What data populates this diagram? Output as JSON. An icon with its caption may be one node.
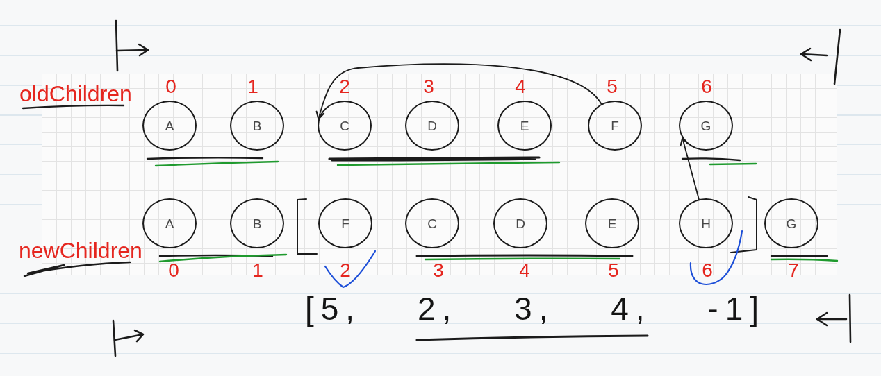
{
  "diagram": {
    "nodes": [
      {
        "text": [
          "A"
        ],
        "beside": [
          "0"
        ]
      },
      {
        "text": [
          "B"
        ],
        "beside": [
          "1"
        ]
      },
      {
        "text": [
          "C"
        ],
        "beside": [
          "2"
        ]
      },
      {
        "text": [
          "D"
        ],
        "beside": [
          "3"
        ]
      },
      {
        "text": [
          "E"
        ],
        "beside": [
          "4"
        ]
      },
      {
        "text": [
          "F"
        ],
        "beside": [
          "5"
        ]
      },
      {
        "text": [
          "G"
        ],
        "beside": [
          "6"
        ]
      },
      {
        "text": [
          "A"
        ],
        "beside": [
          "0"
        ]
      },
      {
        "text": [
          "B"
        ],
        "beside": [
          "1"
        ]
      },
      {
        "text": [
          "F"
        ],
        "beside": [
          "2"
        ]
      },
      {
        "text": [
          "C"
        ],
        "beside": [
          "3"
        ]
      },
      {
        "text": [
          "D"
        ],
        "beside": [
          "4"
        ]
      },
      {
        "text": [
          "E"
        ],
        "beside": [
          "5"
        ]
      },
      {
        "text": [
          "H"
        ],
        "beside": [
          "6"
        ]
      },
      {
        "text": [
          "G"
        ],
        "beside": [
          "7"
        ]
      }
    ],
    "edges": [
      {
        "from": 5,
        "to": 2,
        "arrow": "to"
      },
      {
        "from": 13,
        "to": 6,
        "arrow": "to"
      }
    ],
    "labels": [
      "oldChildren",
      "newChildren",
      "[5, 2, 3, 4, -1]"
    ]
  }
}
